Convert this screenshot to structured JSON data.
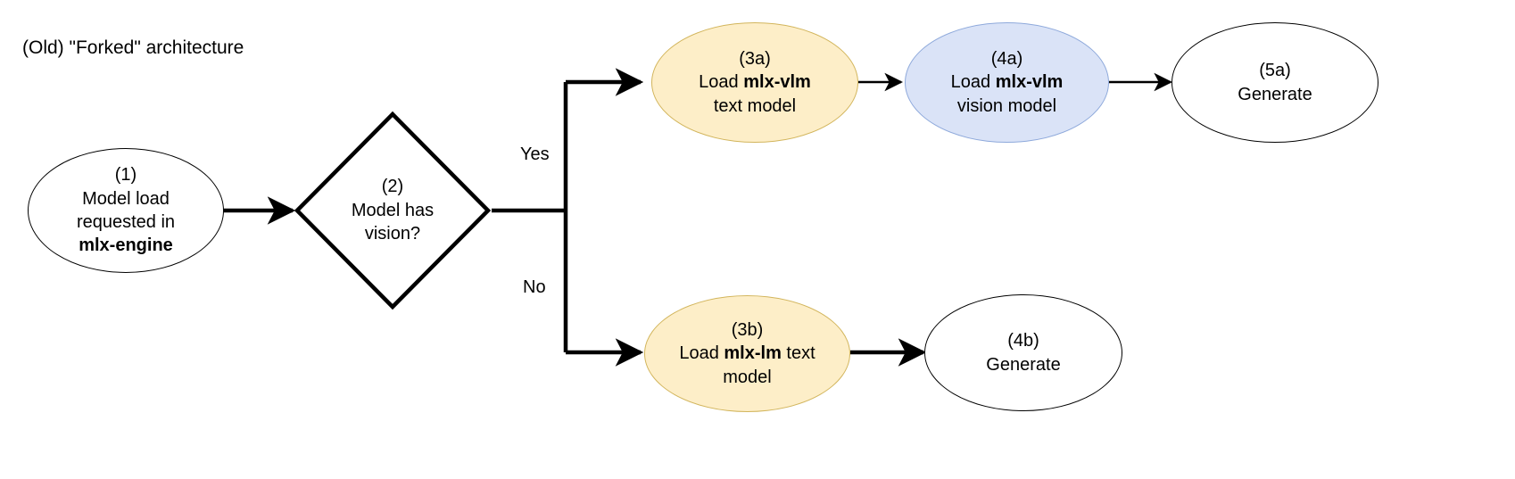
{
  "diagram": {
    "title": "(Old) \"Forked\" architecture",
    "type": "flowchart",
    "background_color": "#ffffff",
    "colors": {
      "cream_fill": "#fdeec8",
      "cream_stroke": "#d2b55c",
      "blue_fill": "#dae3f7",
      "blue_stroke": "#8ea9db",
      "white_fill": "#ffffff",
      "black_stroke": "#000000",
      "text": "#000000"
    }
  },
  "nodes": {
    "n1": {
      "id": "(1)",
      "shape": "ellipse",
      "fill": "white",
      "line1": "(1)",
      "line2": "Model load",
      "line3": "requested in",
      "line4_bold": "mlx-engine"
    },
    "n2": {
      "id": "(2)",
      "shape": "diamond",
      "fill": "white",
      "line1": "(2)",
      "line2": "Model has",
      "line3": "vision?"
    },
    "n3a": {
      "id": "(3a)",
      "shape": "ellipse",
      "fill": "cream",
      "line1": "(3a)",
      "line2_pre": "Load ",
      "line2_bold": "mlx-vlm",
      "line3": "text model"
    },
    "n4a": {
      "id": "(4a)",
      "shape": "ellipse",
      "fill": "blue",
      "line1": "(4a)",
      "line2_pre": "Load ",
      "line2_bold": "mlx-vlm",
      "line3": "vision model"
    },
    "n5a": {
      "id": "(5a)",
      "shape": "ellipse",
      "fill": "white",
      "line1": "(5a)",
      "line2": "Generate"
    },
    "n3b": {
      "id": "(3b)",
      "shape": "ellipse",
      "fill": "cream",
      "line1": "(3b)",
      "line2_pre": "Load ",
      "line2_bold": "mlx-lm",
      "line2_post": " text",
      "line3": "model"
    },
    "n4b": {
      "id": "(4b)",
      "shape": "ellipse",
      "fill": "white",
      "line1": "(4b)",
      "line2": "Generate"
    }
  },
  "edges": {
    "e1": {
      "from": "(1)",
      "to": "(2)",
      "label": ""
    },
    "e2_yes": {
      "from": "(2)",
      "to": "(3a)",
      "label": "Yes"
    },
    "e2_no": {
      "from": "(2)",
      "to": "(3b)",
      "label": "No"
    },
    "e3": {
      "from": "(3a)",
      "to": "(4a)",
      "label": ""
    },
    "e4": {
      "from": "(4a)",
      "to": "(5a)",
      "label": ""
    },
    "e5": {
      "from": "(3b)",
      "to": "(4b)",
      "label": ""
    }
  }
}
